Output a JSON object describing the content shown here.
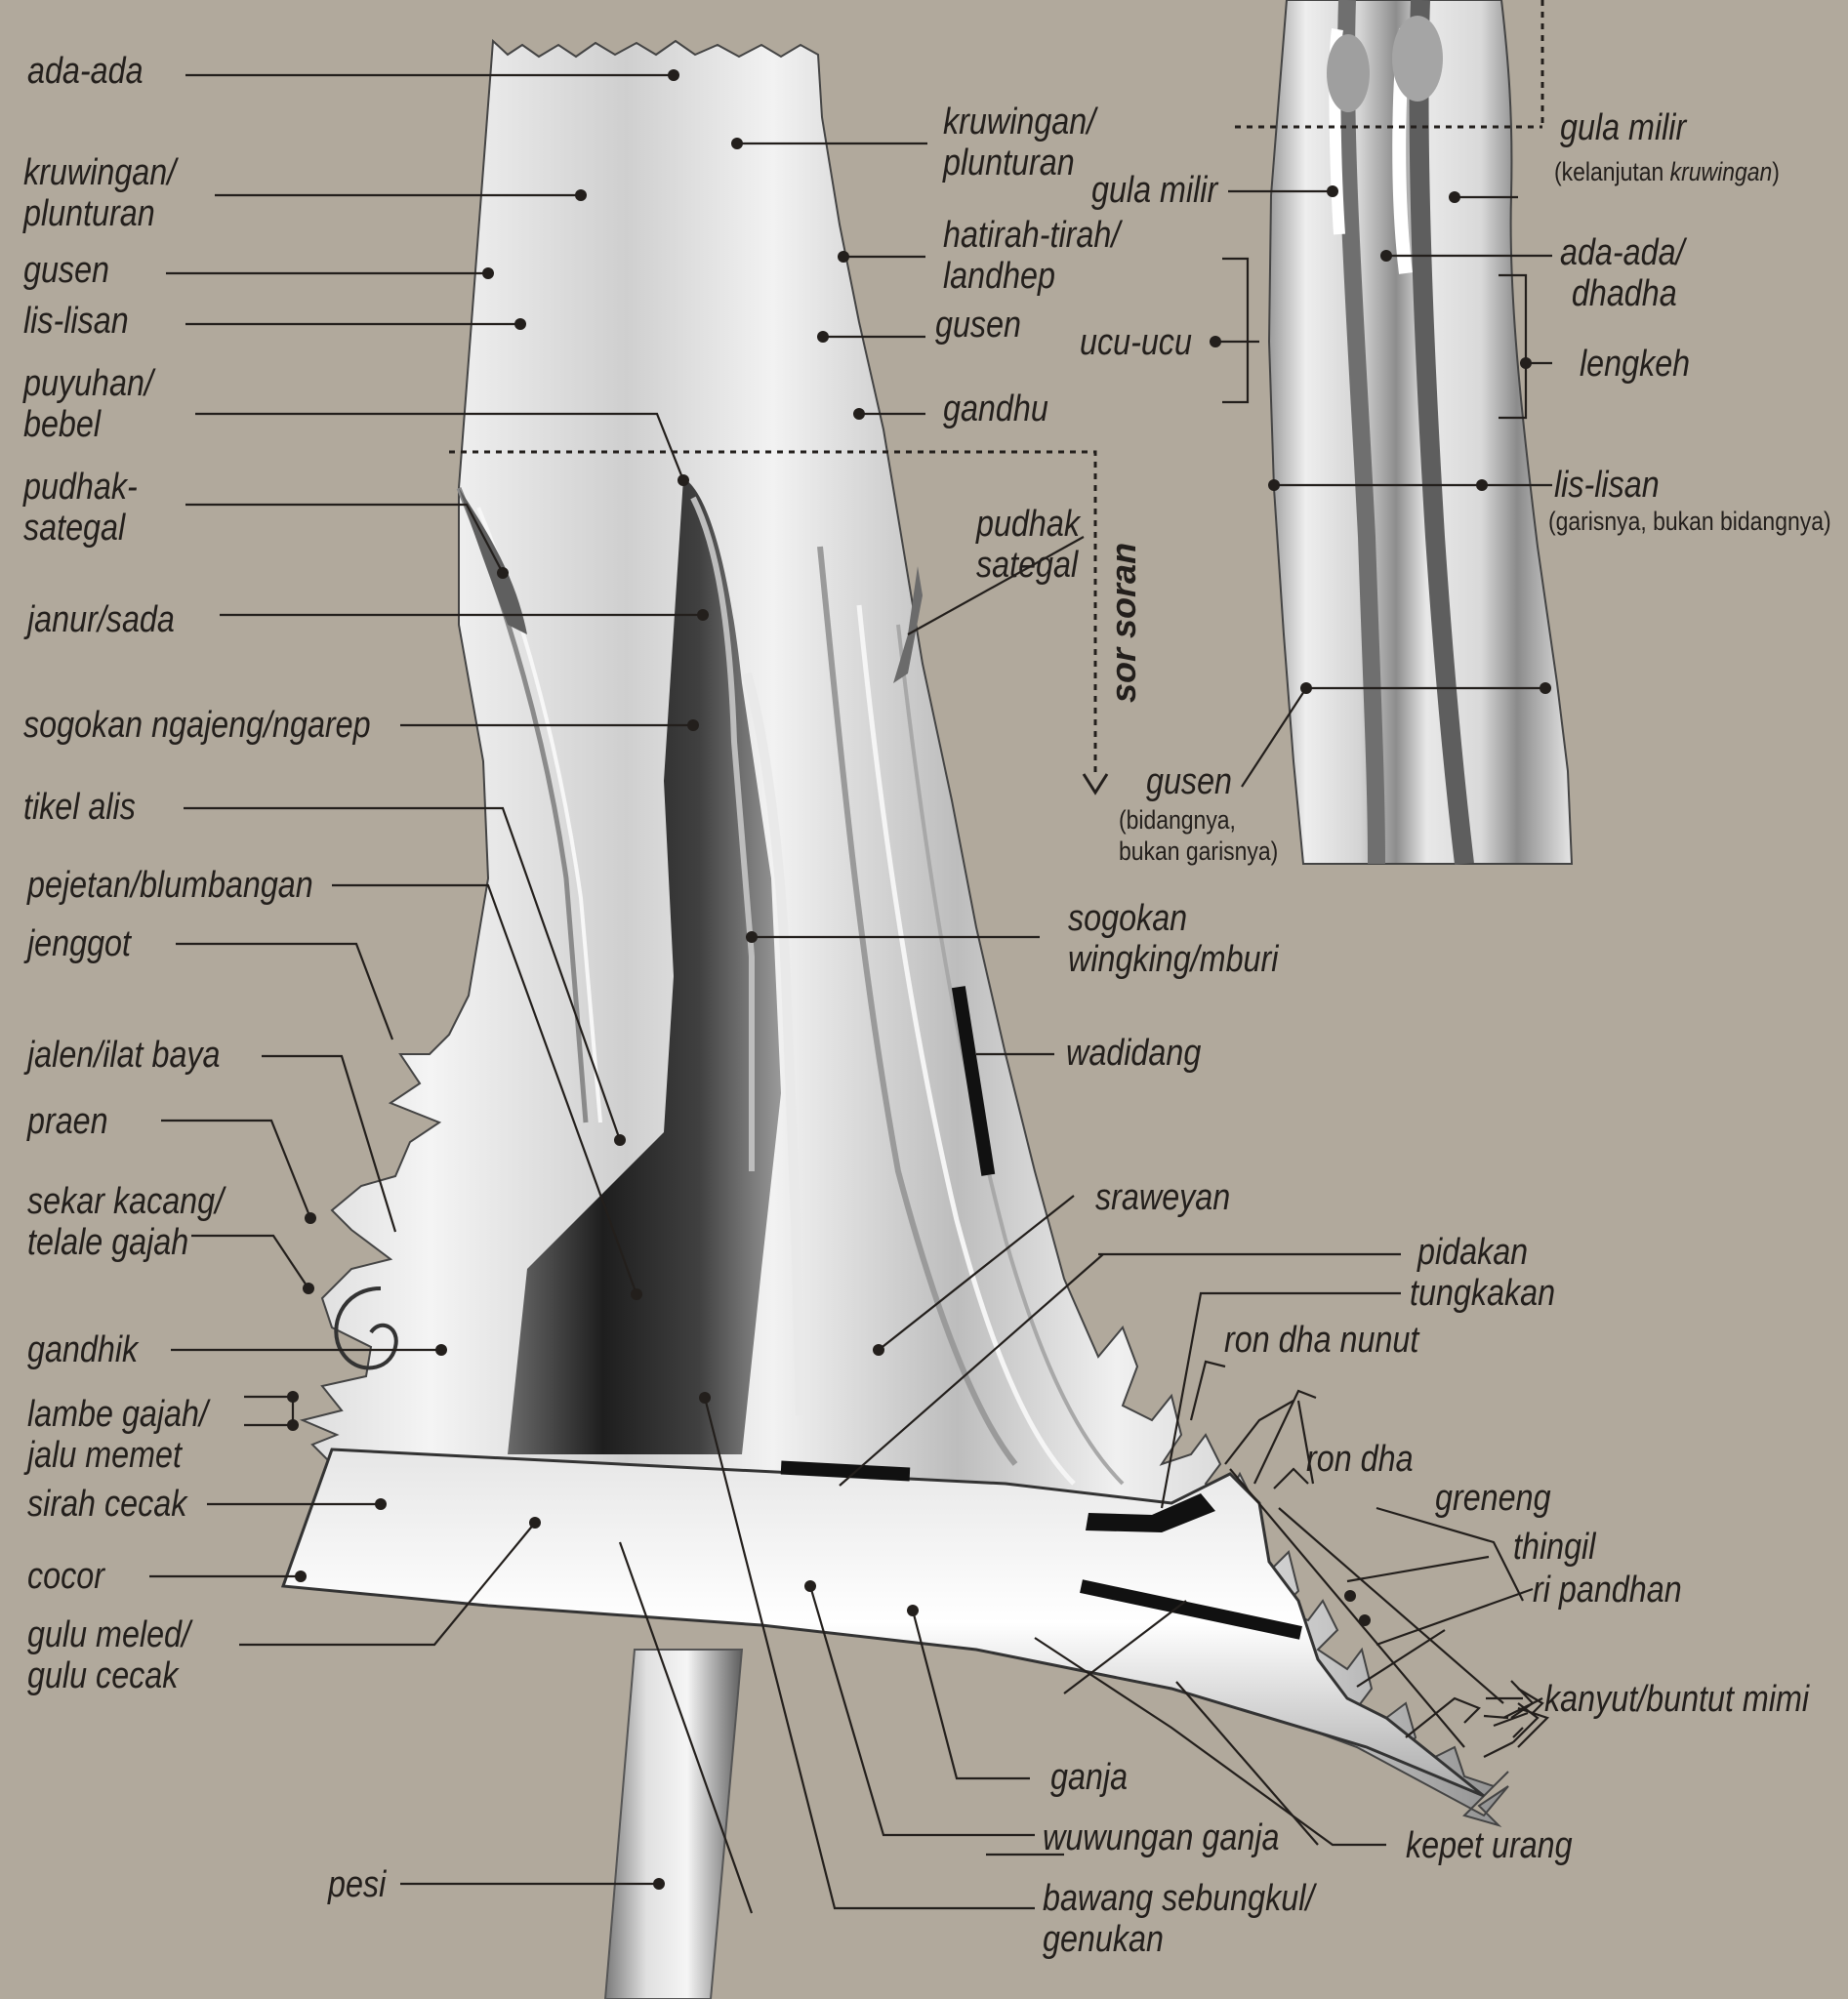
{
  "labels": {
    "ada_ada": "ada-ada",
    "kruwingan_left": [
      "kruwingan/",
      "plunturan"
    ],
    "gusen_left": "gusen",
    "lis_lisan_left": "lis-lisan",
    "puyuhan": [
      "puyuhan/",
      "bebel"
    ],
    "pudhak_left": [
      "pudhak-",
      "sategal"
    ],
    "janur": "janur/sada",
    "sogokan_ngajeng": "sogokan ngajeng/ngarep",
    "tikel_alis": "tikel alis",
    "pejetan": "pejetan/blumbangan",
    "jenggot": "jenggot",
    "jalen": "jalen/ilat baya",
    "praen": "praen",
    "sekar_kacang": [
      "sekar kacang/",
      "telale gajah"
    ],
    "gandhik": "gandhik",
    "lambe_gajah": [
      "lambe gajah/",
      "jalu memet"
    ],
    "sirah_cecak": "sirah cecak",
    "cocor": "cocor",
    "gulu_meled": [
      "gulu meled/",
      "gulu cecak"
    ],
    "pesi": "pesi",
    "kruwingan_right": [
      "kruwingan/",
      "plunturan"
    ],
    "hatirah": [
      "hatirah-tirah/",
      "landhep"
    ],
    "gusen_mid": "gusen",
    "gandhu": "gandhu",
    "pudhak_right": [
      "pudhak",
      "sategal"
    ],
    "sor_soran": "sor soran",
    "sogokan_wingking": [
      "sogokan",
      "wingking/mburi"
    ],
    "wadidang": "wadidang",
    "sraweyan": "sraweyan",
    "pidakan": "pidakan",
    "tungkakan": "tungkakan",
    "ron_dha_nunut": "ron dha nunut",
    "ron_dha": "ron dha",
    "greneng": "greneng",
    "thingil": "thingil",
    "ri_pandhan": "ri pandhan",
    "kanyut": "kanyut/buntut mimi",
    "ganja": "ganja",
    "wuwungan_ganja": "wuwungan ganja",
    "kepet_urang": "kepet urang",
    "bawang": [
      "bawang sebungkul/",
      "genukan"
    ],
    "gula_milir_top": "gula milir",
    "gula_milir_note_pre": "(kelanjutan ",
    "gula_milir_note_ital": "kruwingan",
    "gula_milir_note_post": ")",
    "gula_milir_mid": "gula milir",
    "ada_dhadha": [
      "ada-ada/",
      "dhadha"
    ],
    "ucu_ucu": "ucu-ucu",
    "lengkeh": "lengkeh",
    "lis_lisan_right": "lis-lisan",
    "lis_lisan_note": "(garisnya, bukan bidangnya)",
    "gusen_right": "gusen",
    "gusen_note": [
      "(bidangnya,",
      "bukan garisnya)"
    ]
  },
  "colors": {
    "background": "#b1a99c",
    "ink": "#231f1c",
    "metal_light": "#f2f2f2",
    "metal_dark": "#2c2c2c"
  }
}
